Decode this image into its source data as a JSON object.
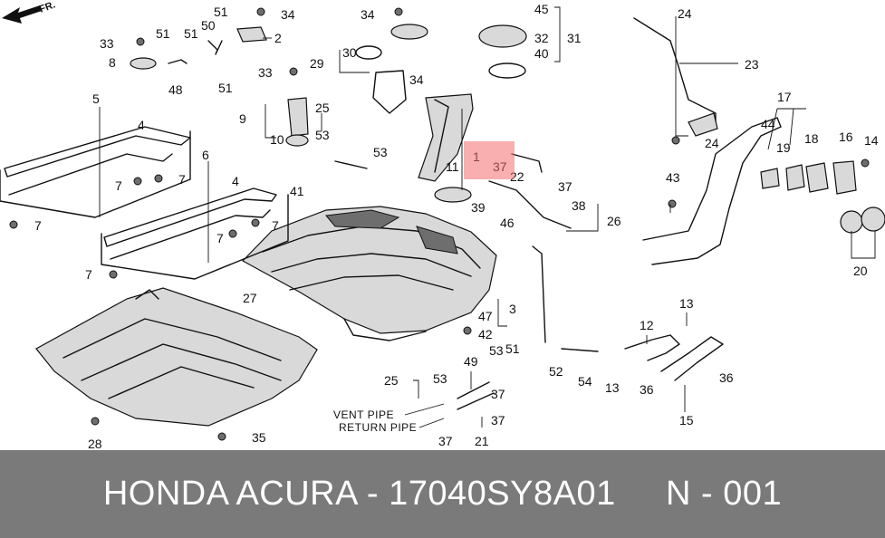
{
  "diagram": {
    "callouts": [
      "45",
      "34",
      "1",
      "2",
      "3",
      "4",
      "4",
      "5",
      "6",
      "7",
      "7",
      "7",
      "7",
      "7",
      "7",
      "8",
      "9",
      "10",
      "11",
      "12",
      "13",
      "13",
      "14",
      "15",
      "16",
      "17",
      "18",
      "19",
      "20",
      "21",
      "22",
      "23",
      "24",
      "24",
      "25",
      "25",
      "26",
      "27",
      "28",
      "29",
      "30",
      "31",
      "32",
      "33",
      "33",
      "34",
      "34",
      "35",
      "36",
      "36",
      "37",
      "37",
      "37",
      "37",
      "38",
      "39",
      "40",
      "41",
      "42",
      "43",
      "44",
      "46",
      "47",
      "48",
      "49",
      "50",
      "51",
      "51",
      "51",
      "51",
      "51",
      "52",
      "53",
      "53",
      "53",
      "53",
      "54",
      "37"
    ],
    "annotations": {
      "vent_pipe": "VENT PIPE",
      "return_pipe": "RETURN PIPE",
      "front_marker": "FR."
    },
    "highlight_color": "#f46e6e"
  },
  "footer": {
    "text": "HONDA ACURA - 17040SY8A01     N - 001",
    "background": "#7a7a7a",
    "color": "#ffffff"
  }
}
